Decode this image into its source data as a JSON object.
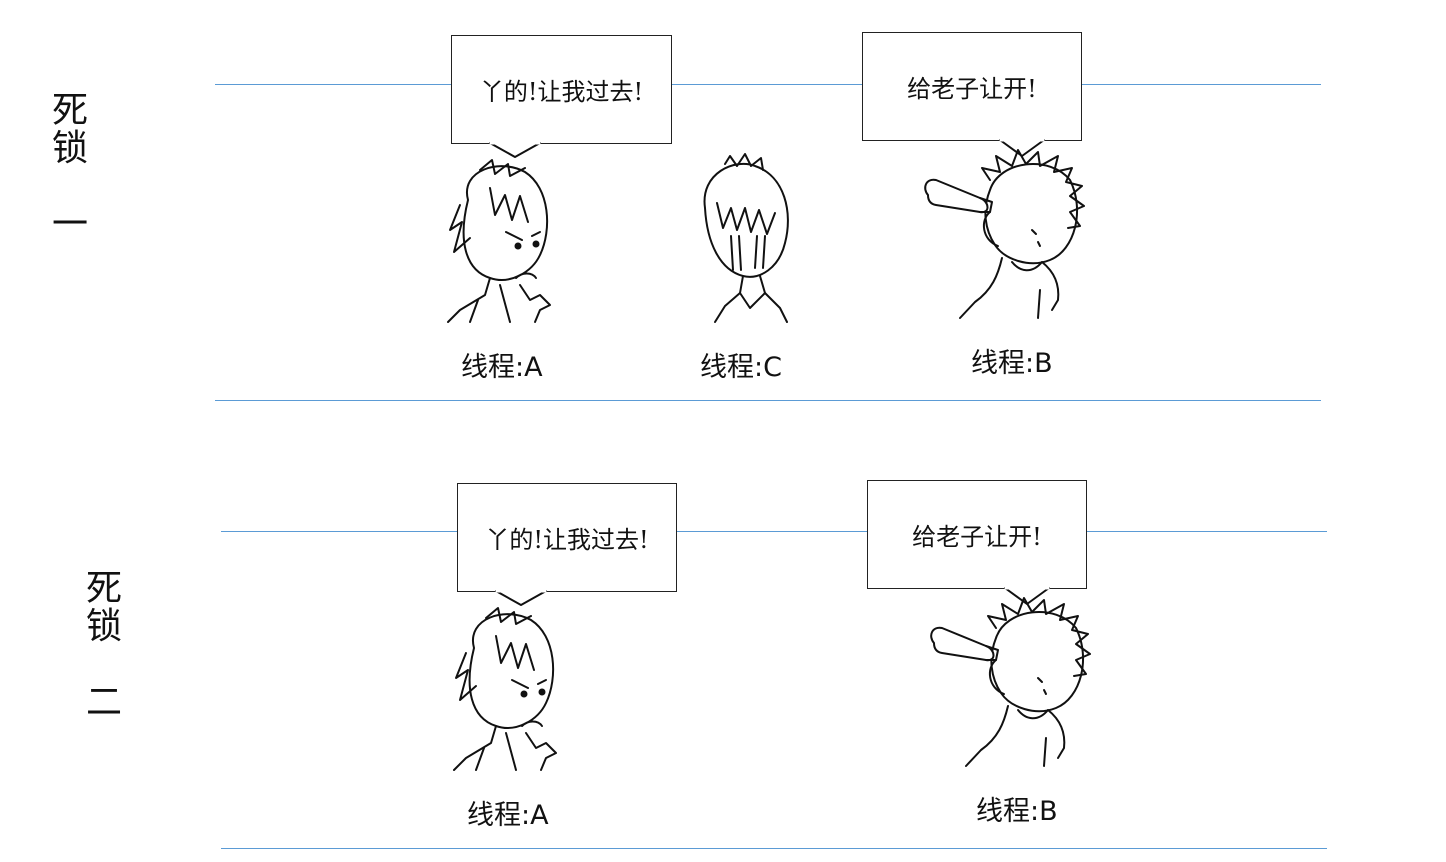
{
  "panel1": {
    "title_chars": [
      "死",
      "锁",
      "一"
    ],
    "bubble_a": "丫的!让我过去!",
    "bubble_b": "给老子让开!",
    "label_a": "线程:A",
    "label_c": "线程:C",
    "label_b": "线程:B"
  },
  "panel2": {
    "title_chars": [
      "死",
      "锁",
      "二"
    ],
    "bubble_a": "丫的!让我过去!",
    "bubble_b": "给老子让开!",
    "label_a": "线程:A",
    "label_b": "线程:B"
  },
  "colors": {
    "lane_line": "#5b9bd5",
    "ink": "#111111"
  },
  "icons": [
    "angry-boy-icon",
    "crying-boy-icon",
    "drinking-boy-icon"
  ]
}
